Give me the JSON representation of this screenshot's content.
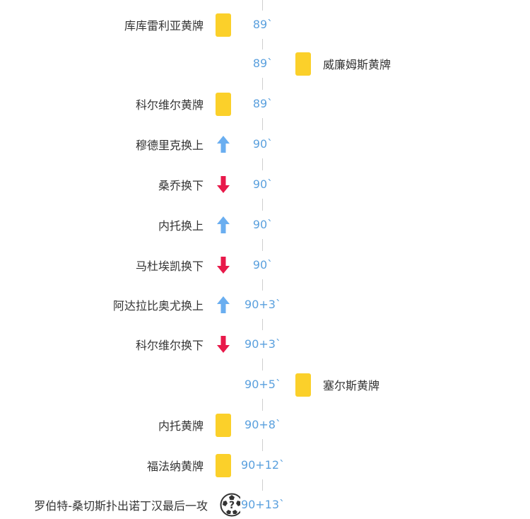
{
  "colors": {
    "minute": "#5aa0de",
    "label": "#333333",
    "yellow_card": "#fbd02a",
    "sub_in_arrow": "#6aaef0",
    "sub_out_arrow": "#e8194a",
    "axis": "#cfcfcf"
  },
  "events": [
    {
      "minute": "89`",
      "side": "left",
      "icon": "yellow-card-icon",
      "label": "库库雷利亚黄牌"
    },
    {
      "minute": "89`",
      "side": "right",
      "icon": "yellow-card-icon",
      "label": "威廉姆斯黄牌"
    },
    {
      "minute": "89`",
      "side": "left",
      "icon": "yellow-card-icon",
      "label": "科尔维尔黄牌"
    },
    {
      "minute": "90`",
      "side": "left",
      "icon": "sub-in-arrow-icon",
      "label": "穆德里克换上"
    },
    {
      "minute": "90`",
      "side": "left",
      "icon": "sub-out-arrow-icon",
      "label": "桑乔换下"
    },
    {
      "minute": "90`",
      "side": "left",
      "icon": "sub-in-arrow-icon",
      "label": "内托换上"
    },
    {
      "minute": "90`",
      "side": "left",
      "icon": "sub-out-arrow-icon",
      "label": "马杜埃凯换下"
    },
    {
      "minute": "90+3`",
      "side": "left",
      "icon": "sub-in-arrow-icon",
      "label": "阿达拉比奥尤换上"
    },
    {
      "minute": "90+3`",
      "side": "left",
      "icon": "sub-out-arrow-icon",
      "label": "科尔维尔换下"
    },
    {
      "minute": "90+5`",
      "side": "right",
      "icon": "yellow-card-icon",
      "label": "塞尔斯黄牌"
    },
    {
      "minute": "90+8`",
      "side": "left",
      "icon": "yellow-card-icon",
      "label": "内托黄牌"
    },
    {
      "minute": "90+12`",
      "side": "left",
      "icon": "yellow-card-icon",
      "label": "福法纳黄牌"
    },
    {
      "minute": "90+13`",
      "side": "left",
      "icon": "missed-shot-ball-icon",
      "label": "罗伯特-桑切斯扑出诺丁汉最后一攻"
    }
  ]
}
